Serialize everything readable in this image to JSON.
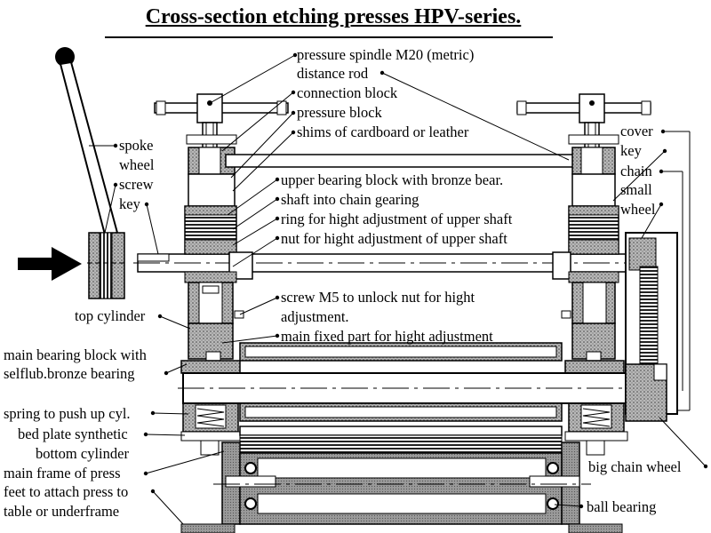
{
  "title": "Cross-section etching presses HPV-series.",
  "labels": {
    "pressure_spindle": "pressure spindle M20 (metric)",
    "distance_rod": "distance rod",
    "connection_block": "connection block",
    "pressure_block": "pressure block",
    "shims": "shims of cardboard or leather",
    "upper_bearing_block": "upper bearing block with bronze bear.",
    "shaft_chain": "shaft into chain gearing",
    "ring_height": "ring for hight adjustment of upper shaft",
    "nut_height": "nut for hight adjustment of upper shaft",
    "screw_m5_1": "screw M5 to unlock nut for hight",
    "screw_m5_2": "adjustment.",
    "main_fixed_part": "main fixed part for hight adjustment",
    "spoke": "spoke",
    "wheel": "wheel",
    "screw": "screw",
    "key_left": "key",
    "top_cylinder": "top cylinder",
    "main_bearing_1": "main bearing block with",
    "main_bearing_2": "selflub.bronze bearing",
    "spring": "spring to push up cyl.",
    "bed_plate": "bed plate synthetic",
    "bottom_cylinder": "bottom cylinder",
    "main_frame": "main frame of press",
    "feet_1": "feet to attach press to",
    "feet_2": "table or underframe",
    "cover": "cover",
    "key_right": "key",
    "chain": "chain",
    "small": "small",
    "wheel_right": "wheel",
    "big_chain_wheel": "big chain wheel",
    "ball_bearing": "ball bearing"
  }
}
